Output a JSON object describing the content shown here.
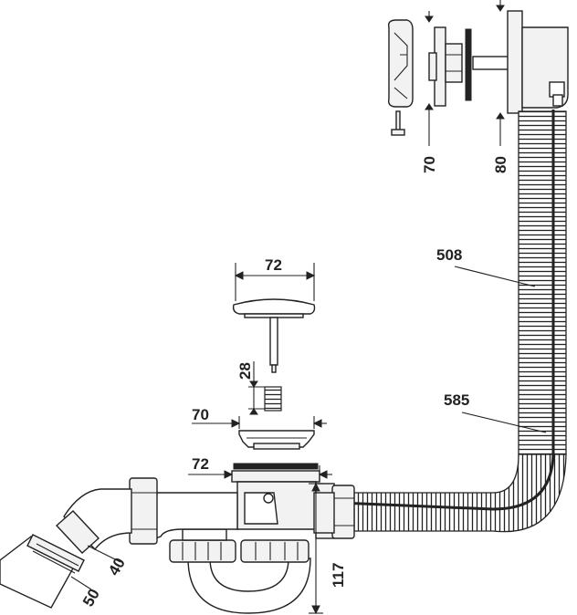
{
  "dimensions": {
    "overflow_width_70": "70",
    "overflow_depth_80": "80",
    "overflow_hose_length": "508",
    "cable_length": "585",
    "plug_diameter": "72",
    "plug_stem_length": "28",
    "strainer_diameter": "70",
    "waste_body_diameter": "72",
    "outlet_inner_diameter": "40",
    "outlet_outer_diameter": "50",
    "trap_height": "117"
  },
  "colors": {
    "line": "#222222",
    "fill": "#f2f2f2",
    "background": "#ffffff"
  }
}
